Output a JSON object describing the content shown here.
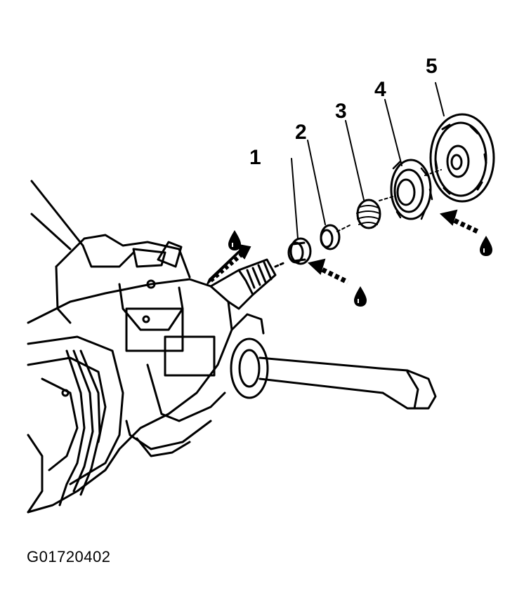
{
  "diagram": {
    "callouts": [
      {
        "id": "1",
        "label": "1"
      },
      {
        "id": "2",
        "label": "2"
      },
      {
        "id": "3",
        "label": "3"
      },
      {
        "id": "4",
        "label": "4"
      },
      {
        "id": "5",
        "label": "5"
      }
    ],
    "figure_id": "G01720402",
    "icons": [
      "lubricant-drop-icon",
      "pointer-arrow-icon"
    ]
  }
}
